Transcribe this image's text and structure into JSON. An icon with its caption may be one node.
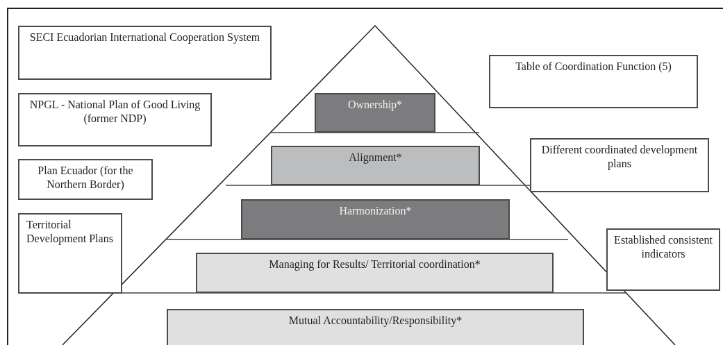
{
  "diagram": {
    "nodes": [
      {
        "text": [
          "SECI Ecuadorian International Cooperation System"
        ]
      },
      {
        "text": [
          "Table of Coordination Function (5)"
        ]
      },
      {
        "text": [
          "Ownership*"
        ]
      },
      {
        "text": [
          "NPGL - National Plan of Good Living (former NDP)"
        ]
      },
      {
        "text": [
          "Different coordinated development plans"
        ]
      },
      {
        "text": [
          "Alignment*"
        ]
      },
      {
        "text": [
          "Plan Ecuador (for the Northern Border)"
        ]
      },
      {
        "text": [
          "Harmonization*"
        ]
      },
      {
        "text": [
          "Territorial Development Plans"
        ]
      },
      {
        "text": [
          "Established consistent indicators"
        ]
      },
      {
        "text": [
          "Managing for Results/ Territorial coordination*"
        ]
      },
      {
        "text": [
          "Mutual Accountability/Responsibility*"
        ]
      }
    ]
  }
}
